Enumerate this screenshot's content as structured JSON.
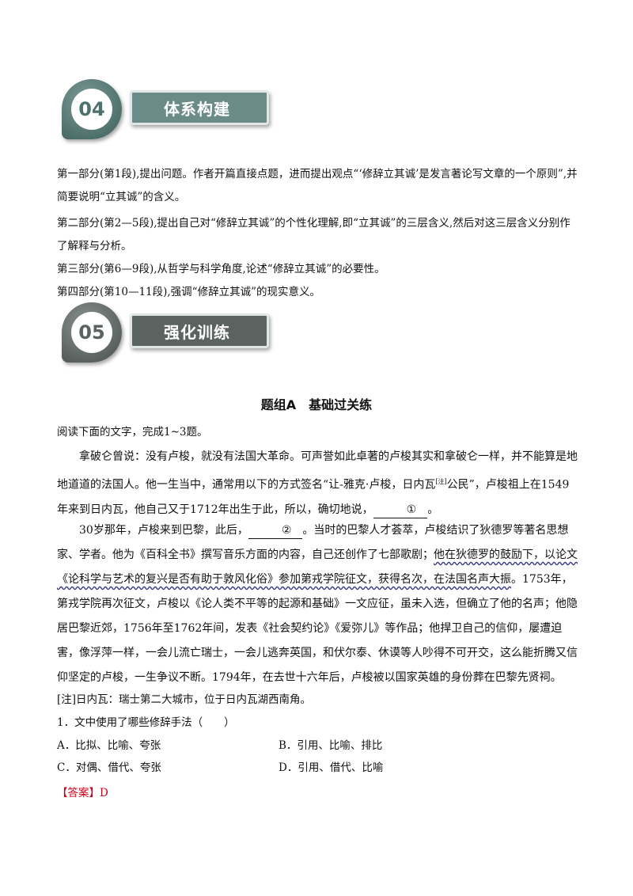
{
  "sections": {
    "s04": {
      "number": "04",
      "title": "体系构建"
    },
    "s05": {
      "number": "05",
      "title": "强化训练"
    }
  },
  "structure": [
    "第一部分(第1段),提出问题。作者开篇直接点题，进而提出观点“‘修辞立其诚’是发言著论写文章的一个原则”,并简要说明“立其诚”的含义。",
    "第二部分(第2—5段),提出自己对“修辞立其诚”的个性化理解,即“立其诚”的三层含义,然后对这三层含义分别作了解释与分析。",
    "第三部分(第6—9段),从哲学与科学角度,论述“修辞立其诚”的必要性。",
    "第四部分(第10—11段),强调“修辞立其诚”的现实意义。"
  ],
  "group_title": "题组A　基础过关练",
  "instruction": "阅读下面的文字，完成1~3题。",
  "passage": {
    "p1_a": "拿破仑曾说：没有卢梭，就没有法国大革命。可声誉如此卓著的卢梭其实和拿破仑一样，并不能算是地地道道的法国人。他一生当中，通常用以下的方式签名“让-雅克·卢梭，日内瓦",
    "p1_sup": "[注]",
    "p1_b": "公民”，卢梭祖上在1549年来到日内瓦，他自己又于1712年出生于此，所以，确切地说，",
    "blank1": "①",
    "p1_end": "。",
    "p2_a": "30岁那年，卢梭来到巴黎，此后，",
    "blank2": "②",
    "p2_b": "。当时的巴黎人才荟萃，卢梭结识了狄德罗等著名思想家、学者。他为《百科全书》撰写音乐方面的内容，自己还创作了七部歌剧；",
    "p2_underlined": "他在狄德罗的鼓励下，以论文《论科学与艺术的复兴是否有助于敦风化俗》参加第戎学院征文，获得名次，在法国名声大振",
    "p2_c": "。1753年，第戎学院再次征文，卢梭以《论人类不平等的起源和基础》一文应征，虽未入选，但确立了他的名声；他隐居巴黎近郊，1756年至1762年间，发表《社会契约论》《爱弥儿》等作品；他捍卫自己的信仰，屡遭迫害，像浮萍一样，一会儿流亡瑞士，一会儿逃奔英国，和伏尔泰、休谟等人吵得不可开交，这么能折腾又信仰坚定的卢梭，一生争议不断。1794年，在去世十六年后，卢梭被以国家英雄的身份葬在巴黎先贤祠。"
  },
  "note": "[注]日内瓦：瑞士第二大城市，位于日内瓦湖西南角。",
  "question": {
    "stem": "1．文中使用了哪些修辞手法（　　）",
    "options": [
      "A．比拟、比喻、夸张",
      "B．引用、比喻、排比",
      "C．对偶、借代、夸张",
      "D．引用、借代、比喻"
    ]
  },
  "answer": {
    "label": "【答案】",
    "value": "D"
  },
  "colors": {
    "teal": "#6b8b88",
    "gray": "#5b6361",
    "answer_red": "#d0021b"
  }
}
